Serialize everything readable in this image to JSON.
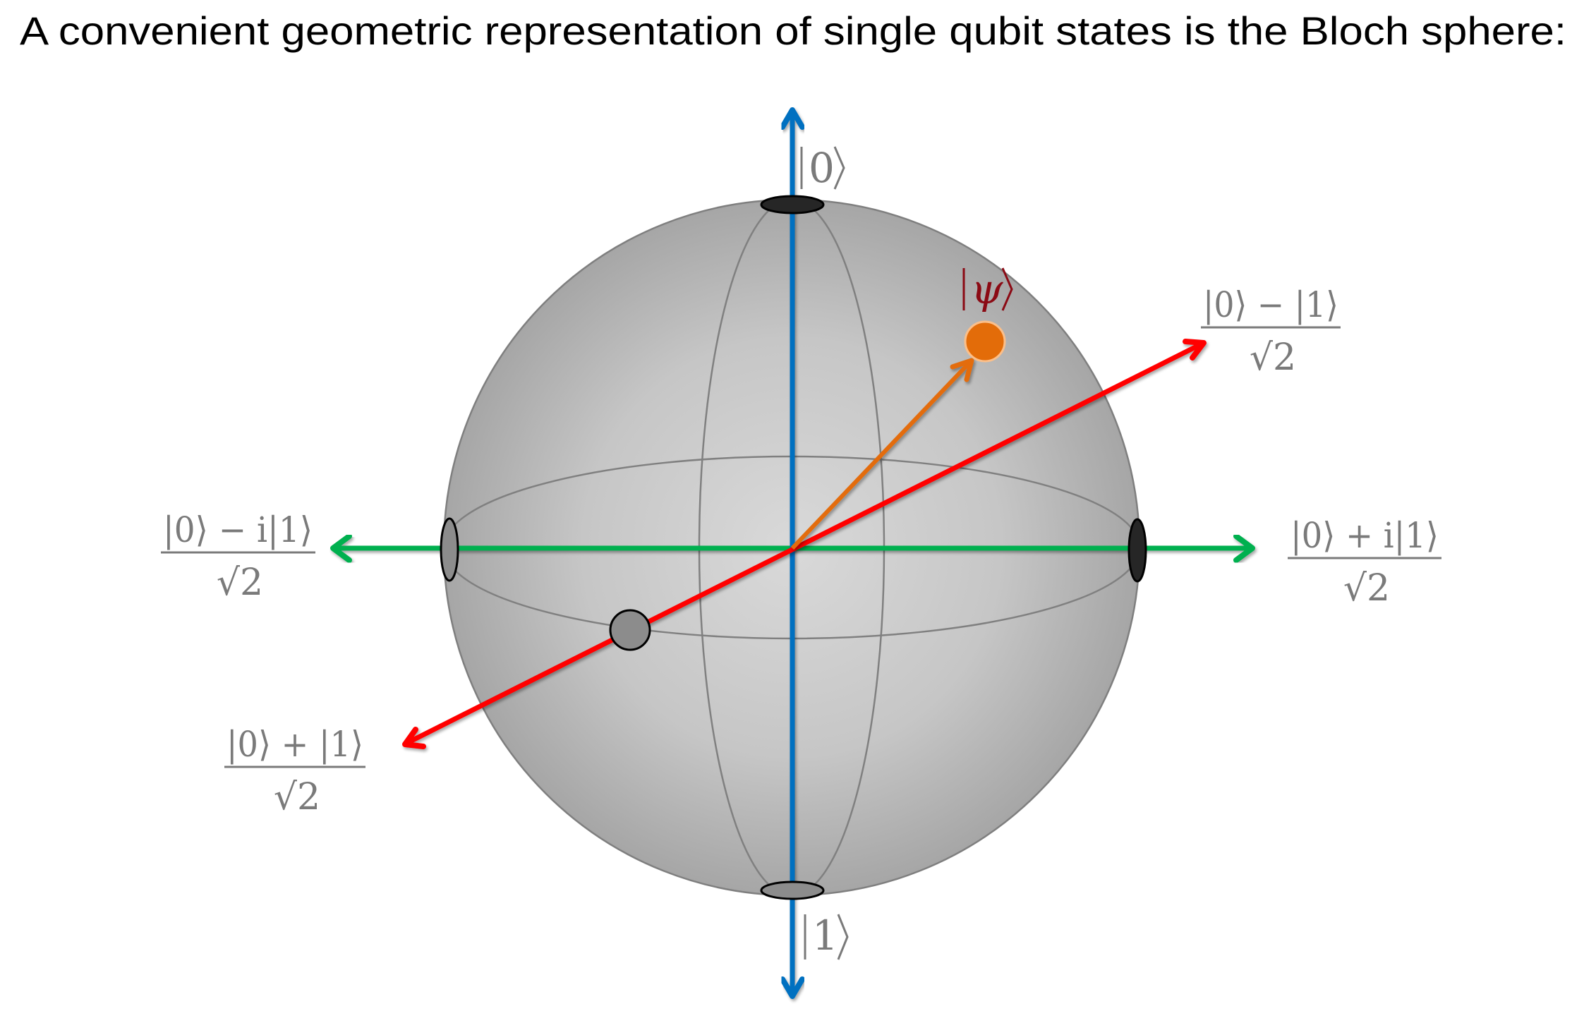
{
  "title": "A convenient geometric representation of single qubit states is the Bloch sphere:",
  "colors": {
    "z_axis": "#0070c0",
    "y_axis": "#00b050",
    "x_axis": "#ff0000",
    "state_vector": "#e36c09",
    "psi_label": "#8b0a14",
    "sphere_edge": "#a6a6a6",
    "sphere_center": "#d9d9d9",
    "label_gray": "#7a7a7a"
  },
  "labels": {
    "north_pole": {
      "ket": "0"
    },
    "south_pole": {
      "ket": "1"
    },
    "psi": {
      "symbol": "ψ"
    },
    "plus_y": {
      "numerator": "|0⟩ + i|1⟩",
      "denominator": "√2"
    },
    "minus_y": {
      "numerator": "|0⟩ − i|1⟩",
      "denominator": "√2"
    },
    "minus_x": {
      "numerator": "|0⟩ − |1⟩",
      "denominator": "√2"
    },
    "plus_x": {
      "numerator": "|0⟩ + |1⟩",
      "denominator": "√2"
    }
  },
  "bra": "|",
  "ket_close": "⟩"
}
